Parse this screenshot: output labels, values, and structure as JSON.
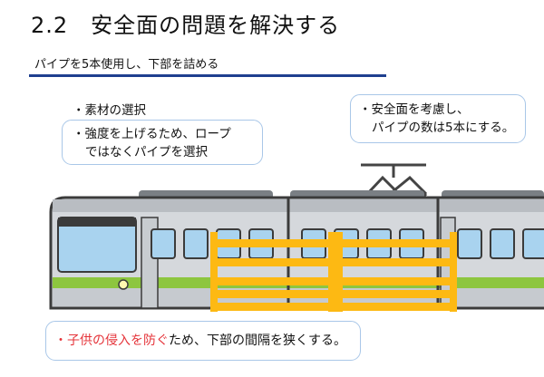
{
  "title": "2.2　安全面の問題を解決する",
  "subtitle": "パイプを5本使用し、下部を詰める",
  "callout_material": {
    "item1": "・素材の選択",
    "item2_line1": "・強度を上げるため、ロープ",
    "item2_line2": "ではなくパイプを選択"
  },
  "callout_safety": {
    "line1": "・安全面を考慮し、",
    "line2": "パイプの数は5本にする。"
  },
  "callout_bottom": {
    "prefix": "・",
    "highlight": "子供の侵入を防ぐ",
    "suffix": "ため、下部の間隔を狭くする。"
  },
  "colors": {
    "accent_underline": "#1e3f8f",
    "callout_border": "#a9c7e8",
    "highlight_text": "#e5343a",
    "train_body": "#d5d8dc",
    "train_stripe": "#8dc63f",
    "gate_pipe": "#fdb913"
  },
  "icons": [
    "train-illustration",
    "gate-illustration"
  ]
}
